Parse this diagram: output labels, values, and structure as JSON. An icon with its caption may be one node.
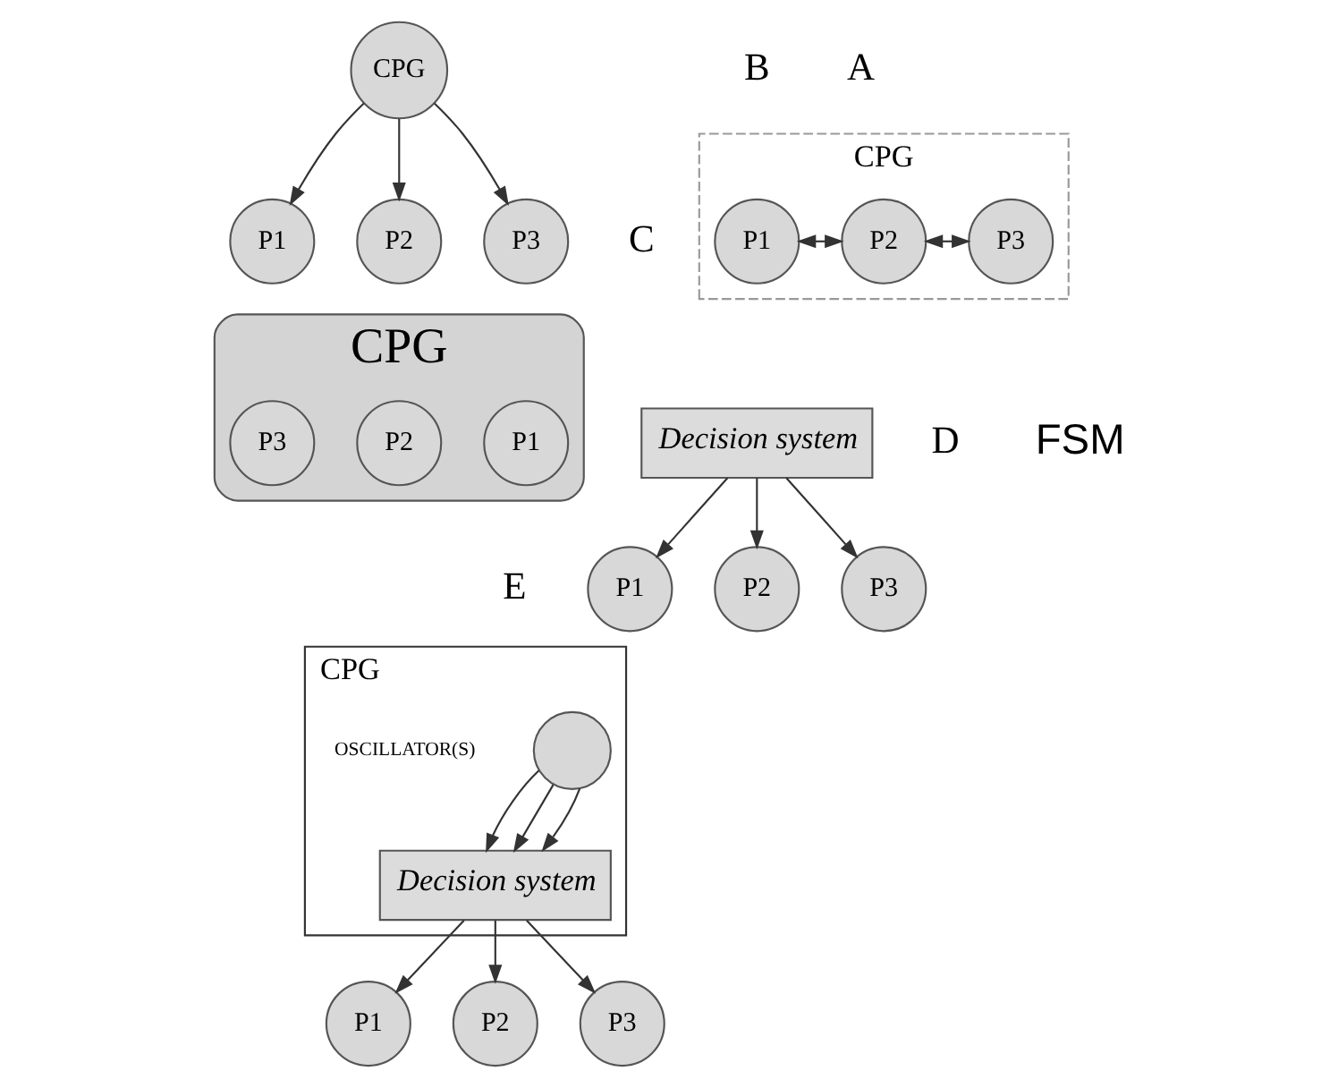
{
  "diagram": {
    "nodes": [
      {
        "text": [
          "CPG"
        ]
      },
      {
        "text": [
          "P1"
        ]
      },
      {
        "text": [
          "P2"
        ]
      },
      {
        "text": [
          "P3"
        ]
      },
      {
        "text": [
          "CPG"
        ]
      },
      {
        "text": [
          "P1"
        ],
        "in": 4
      },
      {
        "text": [
          "P2"
        ],
        "in": 4
      },
      {
        "text": [
          "P3"
        ],
        "in": 4
      },
      {
        "text": [
          "CPG"
        ]
      },
      {
        "text": [
          "P1"
        ],
        "in": 8
      },
      {
        "text": [
          "P2"
        ],
        "in": 8
      },
      {
        "text": [
          "P3"
        ],
        "in": 8
      },
      {
        "text": [
          "Decision system"
        ]
      },
      {
        "text": [
          "P1"
        ]
      },
      {
        "text": [
          "P2"
        ]
      },
      {
        "text": [
          "P3"
        ]
      },
      {
        "text": [
          "CPG"
        ]
      },
      {
        "text": [],
        "shape": "circle",
        "beside": [
          "OSCILLATOR(S)"
        ],
        "in": 16
      },
      {
        "text": [
          "Decision system"
        ],
        "in": 16
      },
      {
        "text": [
          "P1"
        ]
      },
      {
        "text": [
          "P2"
        ]
      },
      {
        "text": [
          "P3"
        ]
      }
    ],
    "edges": [
      {
        "from": 0,
        "to": 1,
        "arrow": "to"
      },
      {
        "from": 0,
        "to": 2,
        "arrow": "to"
      },
      {
        "from": 0,
        "to": 3,
        "arrow": "to"
      },
      {
        "from": 5,
        "to": 6,
        "arrow": "both"
      },
      {
        "from": 6,
        "to": 7,
        "arrow": "both"
      },
      {
        "from": 12,
        "to": 13,
        "arrow": "to"
      },
      {
        "from": 12,
        "to": 14,
        "arrow": "to"
      },
      {
        "from": 12,
        "to": 15,
        "arrow": "to"
      },
      {
        "from": 17,
        "to": 18,
        "arrow": "to"
      },
      {
        "from": 17,
        "to": 18,
        "arrow": "to"
      },
      {
        "from": 17,
        "to": 18,
        "arrow": "to"
      },
      {
        "from": 18,
        "to": 19,
        "arrow": "to"
      },
      {
        "from": 18,
        "to": 20,
        "arrow": "to"
      },
      {
        "from": 18,
        "to": 21,
        "arrow": "to"
      }
    ],
    "labels": [
      "A",
      "B",
      "C",
      "D",
      "FSM",
      "E"
    ]
  }
}
